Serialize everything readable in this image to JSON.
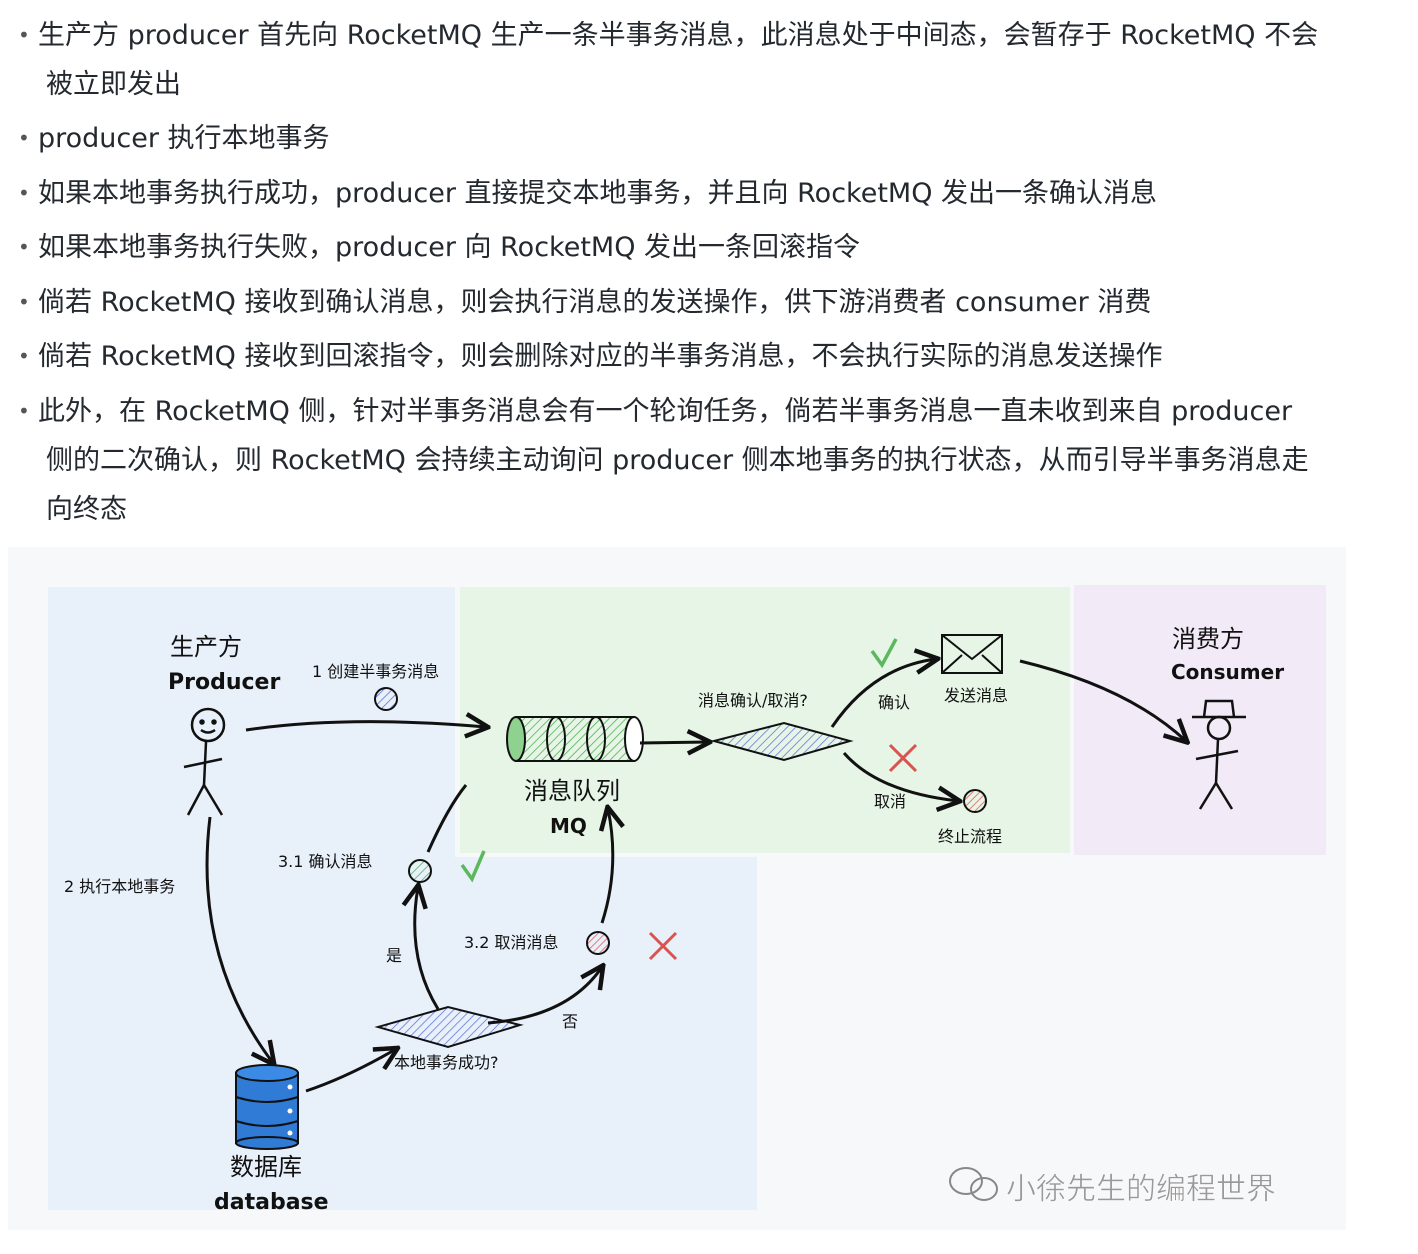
{
  "bullets": [
    {
      "lines": [
        "生产方 producer 首先向 RocketMQ 生产一条半事务消息，此消息处于中间态，会暂存于 RocketMQ 不会",
        "被立即发出"
      ]
    },
    {
      "lines": [
        "producer 执行本地事务"
      ]
    },
    {
      "lines": [
        "如果本地事务执行成功，producer 直接提交本地事务，并且向 RocketMQ 发出一条确认消息"
      ]
    },
    {
      "lines": [
        "如果本地事务执行失败，producer 向 RocketMQ 发出一条回滚指令"
      ]
    },
    {
      "lines": [
        "倘若 RocketMQ 接收到确认消息，则会执行消息的发送操作，供下游消费者 consumer 消费"
      ]
    },
    {
      "lines": [
        "倘若 RocketMQ 接收到回滚指令，则会删除对应的半事务消息，不会执行实际的消息发送操作"
      ]
    },
    {
      "lines": [
        "此外，在 RocketMQ 侧，针对半事务消息会有一个轮询任务，倘若半事务消息一直未收到来自 producer",
        "侧的二次确认，则 RocketMQ 会持续主动询问 producer 侧本地事务的执行状态，从而引导半事务消息走",
        "向终态"
      ]
    }
  ],
  "diagram": {
    "producer_cn": "生产方",
    "producer_en": "Producer",
    "consumer_cn": "消费方",
    "consumer_en": "Consumer",
    "step1": "1 创建半事务消息",
    "step2": "2 执行本地事务",
    "step31": "3.1 确认消息",
    "step32": "3.2 取消消息",
    "mq_cn": "消息队列",
    "mq_en": "MQ",
    "confirm_cancel": "消息确认/取消?",
    "confirm": "确认",
    "cancel": "取消",
    "send_msg": "发送消息",
    "end_flow": "终止流程",
    "local_success": "本地事务成功?",
    "yes": "是",
    "no": "否",
    "db_cn": "数据库",
    "db_en": "database",
    "watermark": "小徐先生的编程世界",
    "colors": {
      "blue_zone": "#e8f0fa",
      "green_zone": "#e6f5e6",
      "purple_zone": "#f3eaf7",
      "check": "#5cb85c",
      "cross": "#d9534f",
      "db_blue": "#2f7bd6"
    }
  }
}
